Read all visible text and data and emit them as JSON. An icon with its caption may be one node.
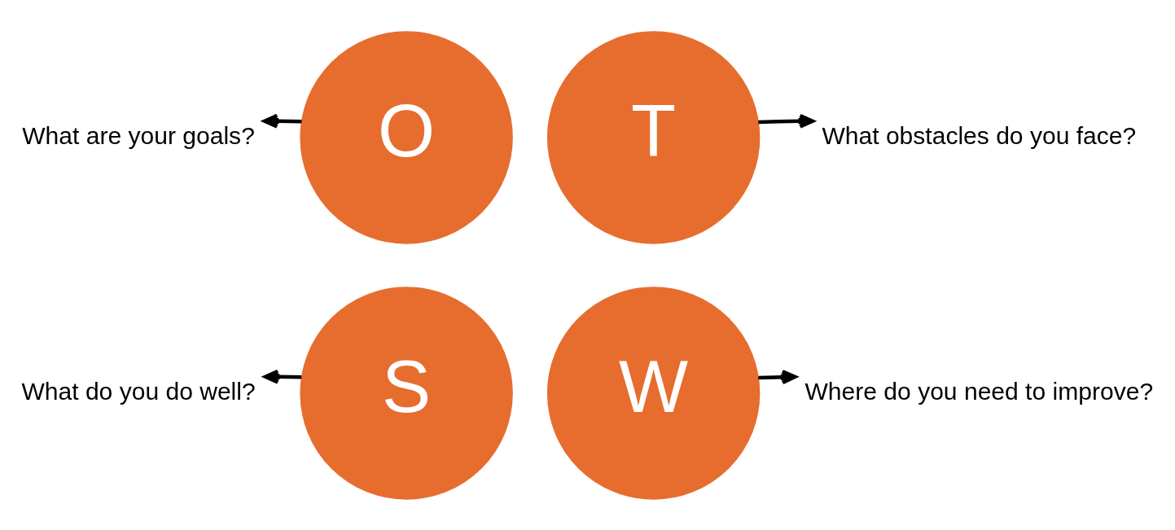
{
  "diagram": {
    "nodes": [
      {
        "text": [
          "S"
        ]
      },
      {
        "text": [
          "W"
        ]
      },
      {
        "text": [
          "O"
        ]
      },
      {
        "text": [
          "T"
        ]
      },
      {
        "text": [
          "What do you do well?"
        ]
      },
      {
        "text": [
          "Where do you need to improve?"
        ]
      },
      {
        "text": [
          "What are your goals?"
        ]
      },
      {
        "text": [
          "What obstacles do you face?"
        ]
      }
    ],
    "edges": [
      {
        "from": 0,
        "to": 4,
        "arrow": "to"
      },
      {
        "from": 1,
        "to": 5,
        "arrow": "to"
      },
      {
        "from": 2,
        "to": 6,
        "arrow": "to"
      },
      {
        "from": 3,
        "to": 7,
        "arrow": "to"
      }
    ]
  }
}
